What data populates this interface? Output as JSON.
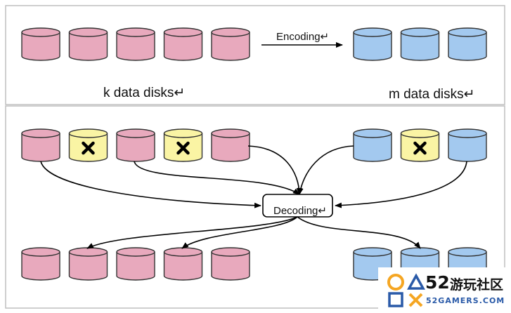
{
  "top": {
    "encoding_label": "Encoding↵",
    "k_label": "k data disks↵",
    "m_label": "m data disks↵"
  },
  "bottom": {
    "decoding_label": "Decoding↵"
  },
  "watermark": {
    "brand_number": "52",
    "brand_name": "游玩社区",
    "brand_url": "52GAMERS.COM"
  },
  "colors": {
    "data_disk": "#e8a9bd",
    "parity_disk": "#a3c9ef",
    "failed_disk": "#faf4a4",
    "stroke": "#333333",
    "panel_border": "#bfbfbf",
    "watermark_orange": "#f5a623",
    "watermark_blue": "#2a5aa8"
  },
  "icons": {
    "failed_marker": "x-mark-icon"
  }
}
